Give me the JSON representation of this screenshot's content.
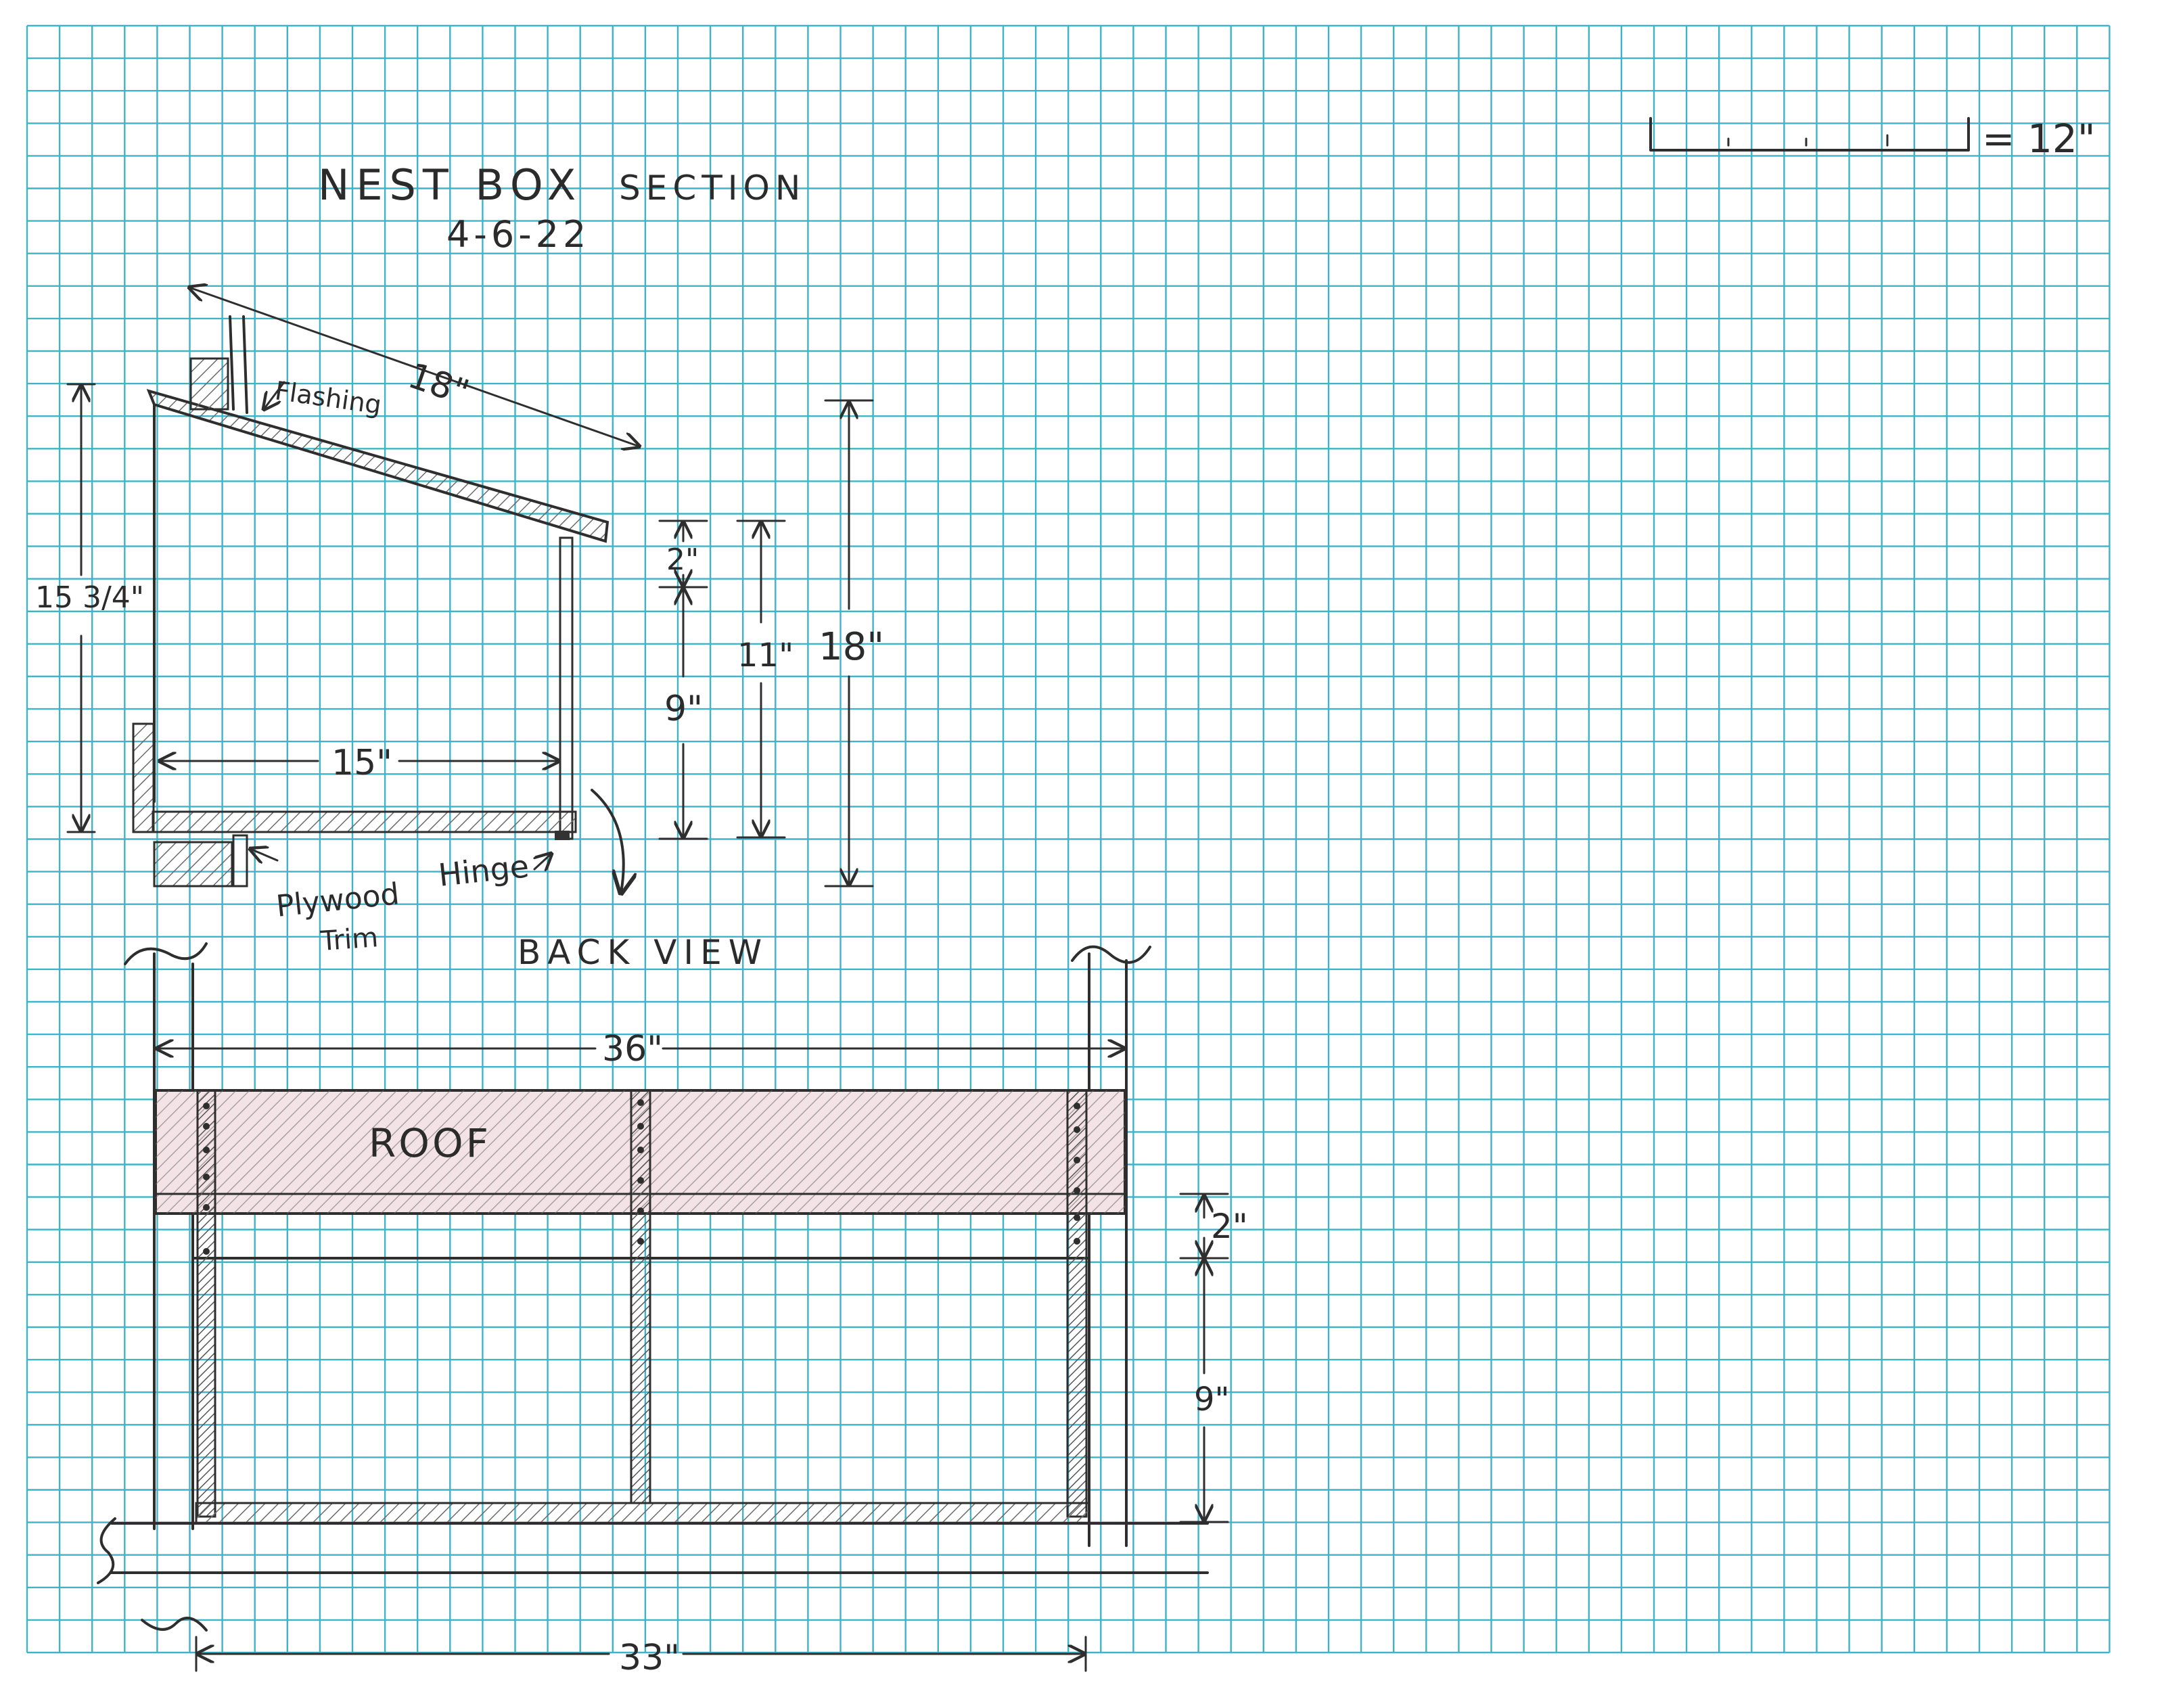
{
  "colors": {
    "grid_line": "#3fb4c9",
    "paper": "#ffffff",
    "pencil": "#2e2e2e",
    "hatch": "#6b6b6b",
    "pink_shade": "#d99aa2"
  },
  "section": {
    "title": "NEST BOX",
    "title2": "SECTION",
    "date": "4-6-22",
    "dim_roof": "18\"",
    "flashing": "Flashing",
    "dim_height": "15 3/4\"",
    "dim_depth": "15\"",
    "dim_opening": "2\"",
    "dim_door": "9\"",
    "dim_front": "11\"",
    "dim_total": "18\"",
    "plywood": "Plywood",
    "trim": "Trim",
    "hinge": "Hinge"
  },
  "back_view": {
    "title": "BACK VIEW",
    "dim_width": "36\"",
    "roof": "ROOF",
    "dim_gap": "2\"",
    "dim_box": "9\"",
    "dim_bottom": "33\""
  },
  "scale": {
    "label": "= 12\""
  }
}
